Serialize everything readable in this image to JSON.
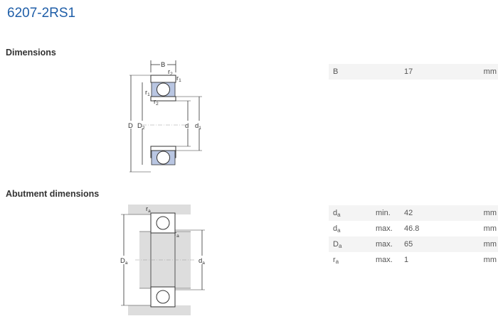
{
  "page": {
    "title": "6207-2RS1"
  },
  "dimensions": {
    "heading": "Dimensions",
    "diagram_labels": {
      "B": "B",
      "D": "D",
      "D2_base": "D",
      "D2_sub": "2",
      "d": "d",
      "d1_base": "d",
      "d1_sub": "1",
      "r1_base": "r",
      "r1_sub": "1",
      "r2_base": "r",
      "r2_sub": "2"
    },
    "rows": [
      {
        "symbol": "B",
        "sub": "",
        "qualifier": "",
        "value": "17",
        "unit": "mm"
      }
    ]
  },
  "abutment": {
    "heading": "Abutment dimensions",
    "diagram_labels": {
      "Da_base": "D",
      "Da_sub": "a",
      "da_base": "d",
      "da_sub": "a",
      "ra_base": "r",
      "ra_sub": "a"
    },
    "rows": [
      {
        "symbol": "d",
        "sub": "a",
        "qualifier": "min.",
        "value": "42",
        "unit": "mm"
      },
      {
        "symbol": "d",
        "sub": "a",
        "qualifier": "max.",
        "value": "46.8",
        "unit": "mm"
      },
      {
        "symbol": "D",
        "sub": "a",
        "qualifier": "max.",
        "value": "65",
        "unit": "mm"
      },
      {
        "symbol": "r",
        "sub": "a",
        "qualifier": "max.",
        "value": "1",
        "unit": "mm"
      }
    ]
  },
  "colors": {
    "title": "#1f5ea8",
    "seal_blue": "#b9c6e2",
    "shaft_gray": "#dddddd",
    "row_stripe": "#f4f4f4"
  }
}
